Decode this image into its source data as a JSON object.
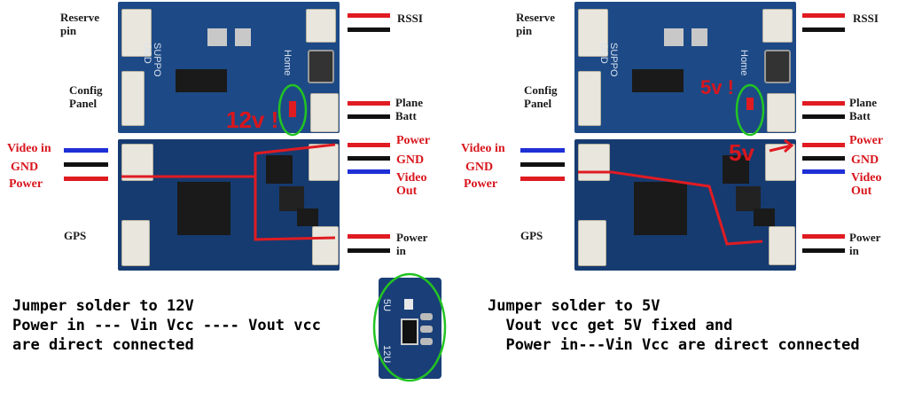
{
  "left_board": {
    "labels": {
      "reserve_pin": "Reserve\npin",
      "config_panel": "Config\nPanel",
      "rssi": "RSSI",
      "plane_batt": "Plane\nBatt",
      "video_in": "Video in",
      "gnd_left": "GND",
      "power_left": "Power",
      "power_right": "Power",
      "gnd_right": "GND",
      "video_out": "Video\nOut",
      "gps": "GPS",
      "power_in": "Power\nin"
    },
    "jumper_callout": "12v !",
    "silkscreen": "SUPPO\nOSD",
    "home": "Home"
  },
  "right_board": {
    "labels": {
      "reserve_pin": "Reserve\npin",
      "config_panel": "Config\nPanel",
      "rssi": "RSSI",
      "plane_batt": "Plane\nBatt",
      "video_in": "Video in",
      "gnd_left": "GND",
      "power_left": "Power",
      "power_right": "Power",
      "gnd_right": "GND",
      "video_out": "Video\nOut",
      "gps": "GPS",
      "power_in": "Power\nin"
    },
    "jumper_callout": "5v !",
    "output_callout": "5v",
    "silkscreen": "SUPPO\nOSD",
    "home": "Home"
  },
  "inset": {
    "top_label": "5U",
    "bottom_label": "12U"
  },
  "notes": {
    "left": "Jumper solder to 12V\nPower in --- Vin Vcc ---- Vout vcc\nare direct connected",
    "right": "Jumper solder to 5V\n  Vout vcc get 5V fixed and\n  Power in---Vin Vcc are direct connected"
  },
  "colors": {
    "pcb": "#1d4a86",
    "wire_red": "#e01b22",
    "wire_black": "#111111",
    "wire_blue": "#1e2fd6",
    "highlight": "#22c422",
    "label_red": "#d8161d"
  }
}
